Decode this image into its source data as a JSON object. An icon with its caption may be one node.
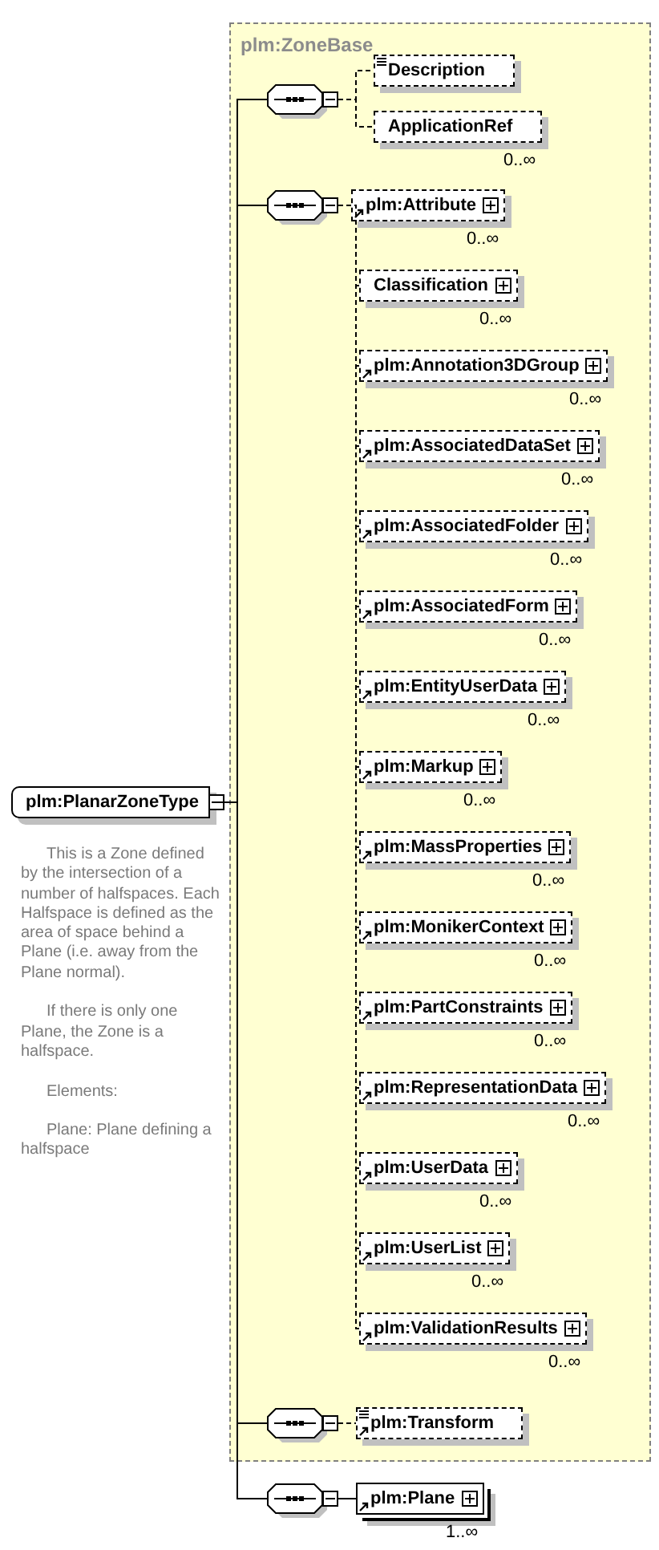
{
  "diagram": {
    "nodes": [
      {
        "text": [
          "plm:ZoneBase"
        ]
      },
      {
        "text": [
          "plm:PlanarZoneType"
        ],
        "beside": [
          "This is a Zone defined by the intersection of a number of halfspaces. Each Halfspace is defined as the area of space behind a Plane (i.e. away from the Plane normal).",
          "If there is only one Plane, the Zone is a halfspace.",
          "Elements:",
          "Plane: Plane defining a halfspace"
        ]
      },
      {
        "text": [],
        "shape": "octagon",
        "in": 0
      },
      {
        "text": [
          "Description"
        ],
        "in": 0
      },
      {
        "text": [
          "ApplicationRef"
        ],
        "in": 0,
        "beside": [
          "0..∞"
        ]
      },
      {
        "text": [],
        "shape": "octagon",
        "in": 0
      },
      {
        "text": [
          "plm:Attribute"
        ],
        "in": 0,
        "beside": [
          "0..∞"
        ]
      },
      {
        "text": [
          "Classification"
        ],
        "in": 0,
        "beside": [
          "0..∞"
        ]
      },
      {
        "text": [
          "plm:Annotation3DGroup"
        ],
        "in": 0,
        "beside": [
          "0..∞"
        ]
      },
      {
        "text": [
          "plm:AssociatedDataSet"
        ],
        "in": 0,
        "beside": [
          "0..∞"
        ]
      },
      {
        "text": [
          "plm:AssociatedFolder"
        ],
        "in": 0,
        "beside": [
          "0..∞"
        ]
      },
      {
        "text": [
          "plm:AssociatedForm"
        ],
        "in": 0,
        "beside": [
          "0..∞"
        ]
      },
      {
        "text": [
          "plm:EntityUserData"
        ],
        "in": 0,
        "beside": [
          "0..∞"
        ]
      },
      {
        "text": [
          "plm:Markup"
        ],
        "in": 0,
        "beside": [
          "0..∞"
        ]
      },
      {
        "text": [
          "plm:MassProperties"
        ],
        "in": 0,
        "beside": [
          "0..∞"
        ]
      },
      {
        "text": [
          "plm:MonikerContext"
        ],
        "in": 0,
        "beside": [
          "0..∞"
        ]
      },
      {
        "text": [
          "plm:PartConstraints"
        ],
        "in": 0,
        "beside": [
          "0..∞"
        ]
      },
      {
        "text": [
          "plm:RepresentationData"
        ],
        "in": 0,
        "beside": [
          "0..∞"
        ]
      },
      {
        "text": [
          "plm:UserData"
        ],
        "in": 0,
        "beside": [
          "0..∞"
        ]
      },
      {
        "text": [
          "plm:UserList"
        ],
        "in": 0,
        "beside": [
          "0..∞"
        ]
      },
      {
        "text": [
          "plm:ValidationResults"
        ],
        "in": 0,
        "beside": [
          "0..∞"
        ]
      },
      {
        "text": [],
        "shape": "octagon",
        "in": 0
      },
      {
        "text": [
          "plm:Transform"
        ],
        "in": 0
      },
      {
        "text": [],
        "shape": "octagon"
      },
      {
        "text": [
          "plm:Plane"
        ],
        "beside": [
          "1..∞"
        ]
      }
    ],
    "edges": [
      {
        "from": 1,
        "to": 2,
        "arrow": "none"
      },
      {
        "from": 1,
        "to": 5,
        "arrow": "none"
      },
      {
        "from": 1,
        "to": 21,
        "arrow": "none"
      },
      {
        "from": 1,
        "to": 23,
        "arrow": "none"
      },
      {
        "from": 2,
        "to": 3,
        "arrow": "none",
        "style": "dashed"
      },
      {
        "from": 2,
        "to": 4,
        "arrow": "none",
        "style": "dashed"
      },
      {
        "from": 5,
        "to": 6,
        "arrow": "none",
        "style": "dashed"
      },
      {
        "from": 5,
        "to": 7,
        "arrow": "none",
        "style": "dashed"
      },
      {
        "from": 5,
        "to": 8,
        "arrow": "none",
        "style": "dashed"
      },
      {
        "from": 5,
        "to": 9,
        "arrow": "none",
        "style": "dashed"
      },
      {
        "from": 5,
        "to": 10,
        "arrow": "none",
        "style": "dashed"
      },
      {
        "from": 5,
        "to": 11,
        "arrow": "none",
        "style": "dashed"
      },
      {
        "from": 5,
        "to": 12,
        "arrow": "none",
        "style": "dashed"
      },
      {
        "from": 5,
        "to": 13,
        "arrow": "none",
        "style": "dashed"
      },
      {
        "from": 5,
        "to": 14,
        "arrow": "none",
        "style": "dashed"
      },
      {
        "from": 5,
        "to": 15,
        "arrow": "none",
        "style": "dashed"
      },
      {
        "from": 5,
        "to": 16,
        "arrow": "none",
        "style": "dashed"
      },
      {
        "from": 5,
        "to": 17,
        "arrow": "none",
        "style": "dashed"
      },
      {
        "from": 5,
        "to": 18,
        "arrow": "none",
        "style": "dashed"
      },
      {
        "from": 5,
        "to": 19,
        "arrow": "none",
        "style": "dashed"
      },
      {
        "from": 5,
        "to": 20,
        "arrow": "none",
        "style": "dashed"
      },
      {
        "from": 21,
        "to": 22,
        "arrow": "none",
        "style": "dashed"
      },
      {
        "from": 23,
        "to": 24,
        "arrow": "none"
      }
    ]
  }
}
